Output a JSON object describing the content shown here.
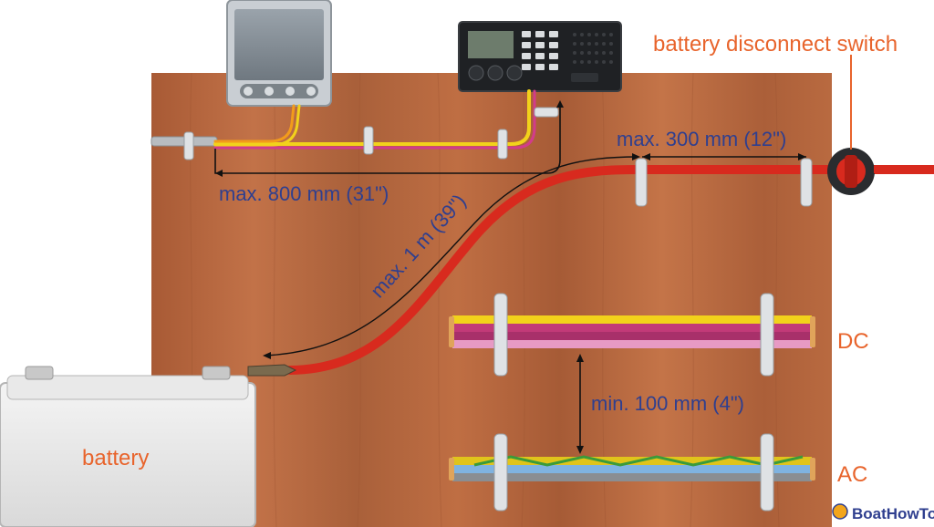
{
  "labels": {
    "disconnect_switch": "battery disconnect switch",
    "max_800": "max. 800 mm (31\")",
    "max_300": "max. 300 mm (12\")",
    "max_1m": "max. 1 m (39\")",
    "min_100": "min. 100 mm (4\")",
    "dc": "DC",
    "ac": "AC",
    "battery": "battery",
    "logo": "BoatHowTo"
  },
  "colors": {
    "annotation_orange": "#e8642c",
    "dimension_blue": "#2f3f8f",
    "board_wood": "#b4663e",
    "main_cable_red": "#d82a1e"
  }
}
